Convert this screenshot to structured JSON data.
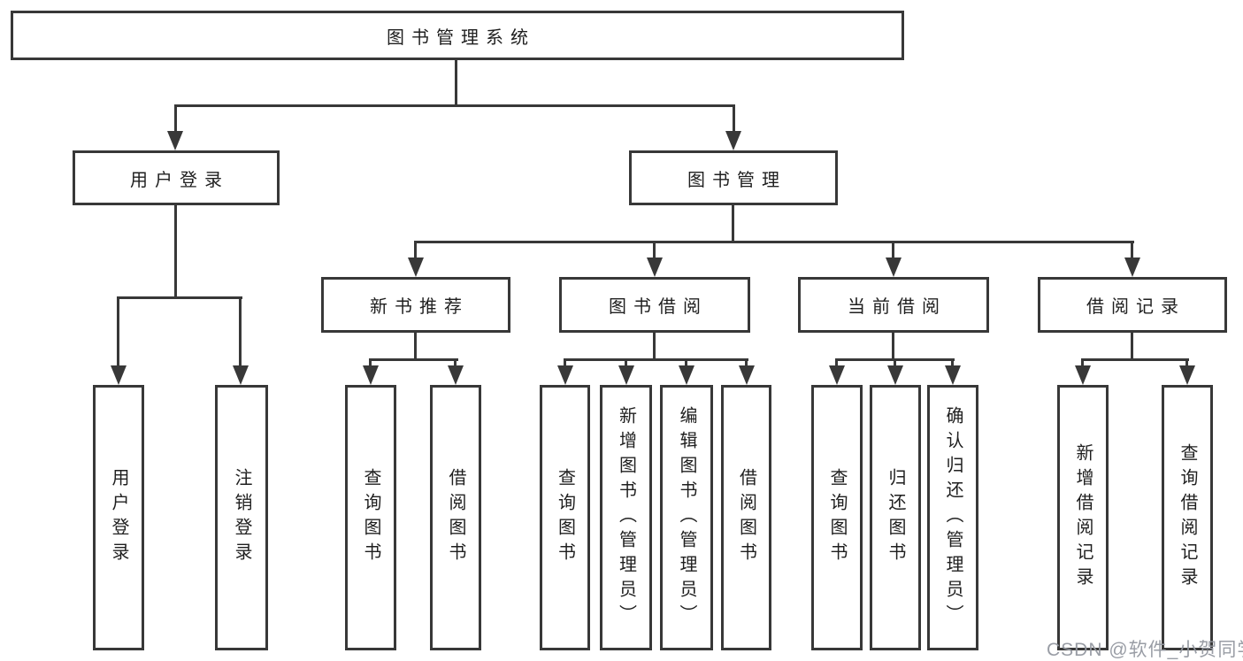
{
  "diagram": {
    "title": "图书管理系统",
    "nodes": {
      "root": "图书管理系统",
      "user_login": "用户登录",
      "book_mgmt": "图书管理",
      "new_book_rec": "新书推荐",
      "book_borrow": "图书借阅",
      "current_borrow": "当前借阅",
      "borrow_records": "借阅记录",
      "v_user_login": "用户登录",
      "v_logout": "注销登录",
      "v_query_books_1": "查询图书",
      "v_borrow_books_1": "借阅图书",
      "v_query_books_2": "查询图书",
      "v_add_books": "新增图书（管理员）",
      "v_edit_books": "编辑图书（管理员）",
      "v_borrow_books_2": "借阅图书",
      "v_query_books_3": "查询图书",
      "v_return_books": "归还图书",
      "v_confirm_return": "确认归还（管理员）",
      "v_add_borrow_record": "新增借阅记录",
      "v_query_borrow_record": "查询借阅记录"
    },
    "hierarchy": {
      "图书管理系统": {
        "用户登录": [
          "用户登录",
          "注销登录"
        ],
        "图书管理": {
          "新书推荐": [
            "查询图书",
            "借阅图书"
          ],
          "图书借阅": [
            "查询图书",
            "新增图书（管理员）",
            "编辑图书（管理员）",
            "借阅图书"
          ],
          "当前借阅": [
            "查询图书",
            "归还图书",
            "确认归还（管理员）"
          ],
          "借阅记录": [
            "新增借阅记录",
            "查询借阅记录"
          ]
        }
      }
    },
    "colors": {
      "line": "#383838",
      "text": "#1f1f1f",
      "background": "#ffffff",
      "watermark": "#9498a0"
    }
  },
  "watermark": {
    "text": "CSDN @软件_小贺同学"
  }
}
